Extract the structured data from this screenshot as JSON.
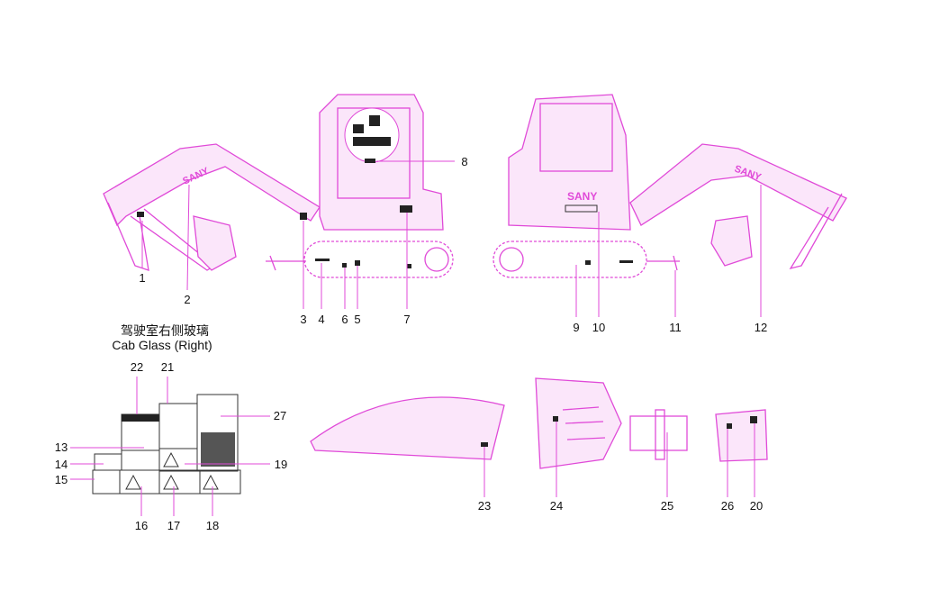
{
  "caption": {
    "chinese": "驾驶室右侧玻璃",
    "english": "Cab  Glass (Right)"
  },
  "brand": "SANY",
  "callouts": [
    "1",
    "2",
    "3",
    "4",
    "5",
    "6",
    "7",
    "8",
    "9",
    "10",
    "11",
    "12",
    "13",
    "14",
    "15",
    "16",
    "17",
    "18",
    "19",
    "20",
    "21",
    "22",
    "23",
    "24",
    "25",
    "26",
    "27"
  ],
  "colors": {
    "outline": "#e04ad8",
    "text": "#111111"
  }
}
